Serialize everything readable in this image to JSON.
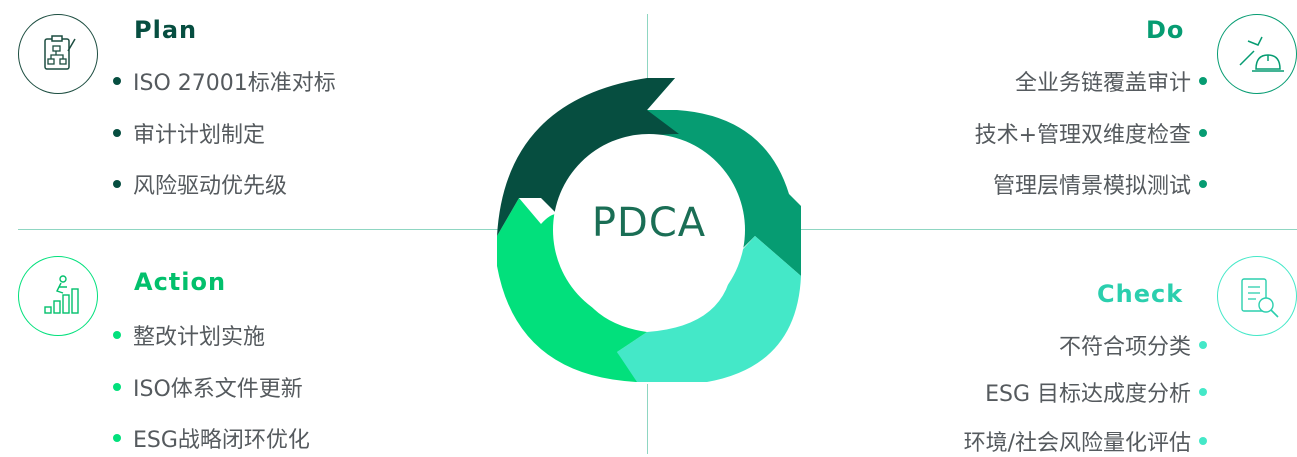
{
  "center": {
    "label": "PDCA"
  },
  "colors": {
    "plan": "#064e40",
    "do": "#069c72",
    "check": "#44e8c8",
    "action": "#02e07c"
  },
  "plan": {
    "title": "Plan",
    "icon": "clipboard-flowchart-icon",
    "items": [
      "ISO 27001标准对标",
      "审计计划制定",
      "风险驱动优先级"
    ]
  },
  "do": {
    "title": "Do",
    "icon": "tools-hardhat-icon",
    "items": [
      "全业务链覆盖审计",
      "技术+管理双维度检查",
      "管理层情景模拟测试"
    ]
  },
  "action": {
    "title": "Action",
    "icon": "growth-chart-runner-icon",
    "items": [
      "整改计划实施",
      "ISO体系文件更新",
      "ESG战略闭环优化"
    ]
  },
  "check": {
    "title": "Check",
    "icon": "checklist-magnifier-icon",
    "items": [
      "不符合项分类",
      "ESG 目标达成度分析",
      "环境/社会风险量化评估"
    ]
  }
}
